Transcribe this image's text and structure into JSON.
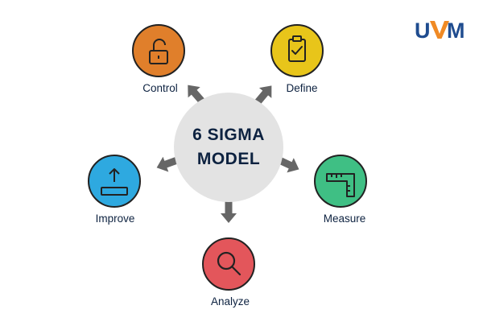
{
  "logo": {
    "text_u": "U",
    "text_m": "M",
    "colors": {
      "blue": "#1f4c8f",
      "orange": "#f08a24"
    }
  },
  "center": {
    "line1": "6 SIGMA",
    "line2": "MODEL",
    "color": "#e3e3e3"
  },
  "phases": {
    "control": {
      "label": "Control",
      "color": "#e07f2b",
      "icon": "unlocked-padlock-icon"
    },
    "define": {
      "label": "Define",
      "color": "#e8c51a",
      "icon": "clipboard-check-icon"
    },
    "measure": {
      "label": "Measure",
      "color": "#3fbf84",
      "icon": "ruler-square-icon"
    },
    "analyze": {
      "label": "Analyze",
      "color": "#e3565b",
      "icon": "magnifying-glass-icon"
    },
    "improve": {
      "label": "Improve",
      "color": "#2ea9e0",
      "icon": "upload-icon"
    }
  },
  "arrow_color": "#666666"
}
